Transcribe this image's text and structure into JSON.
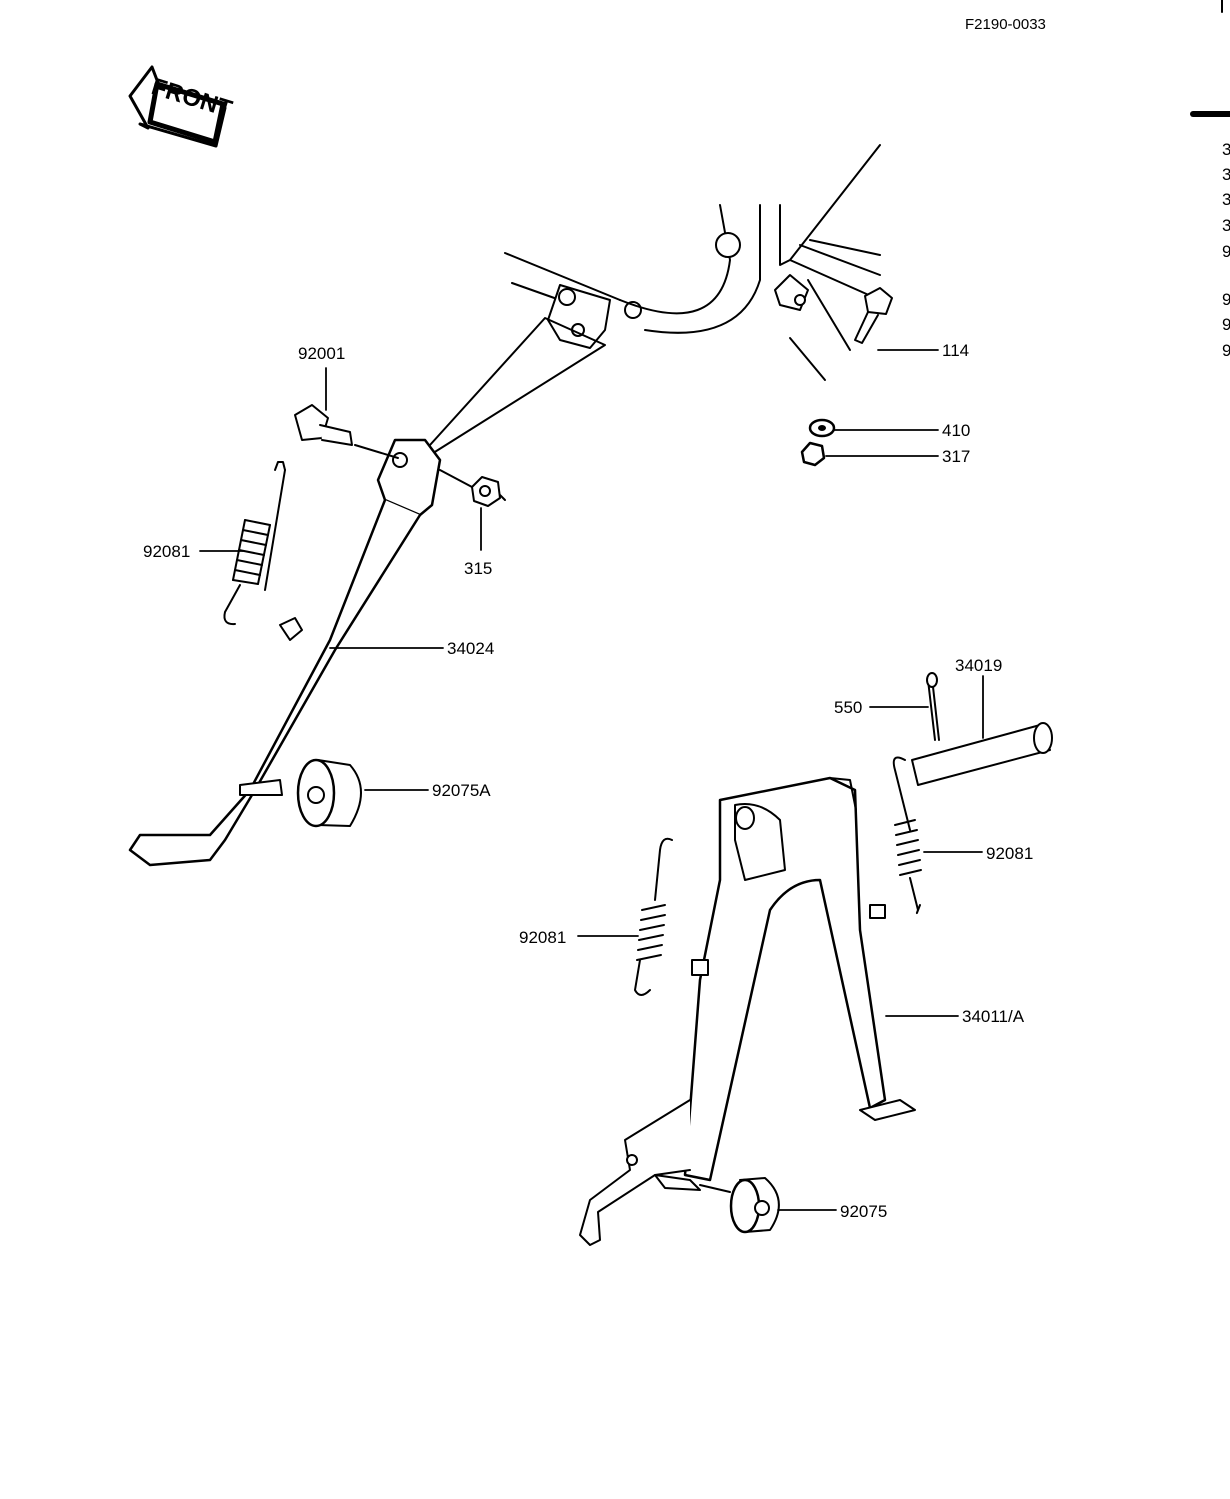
{
  "document": {
    "code": "F2190-0033",
    "front_arrow_text": "FRONT"
  },
  "edge_fragments": [
    "3",
    "3",
    "3",
    "3",
    "9",
    "9",
    "9",
    "9"
  ],
  "callouts": {
    "p92001": "92001",
    "p92081_side": "92081",
    "p315": "315",
    "p34024": "34024",
    "p92075A": "92075A",
    "p114": "114",
    "p410": "410",
    "p317": "317",
    "p34019": "34019",
    "p550": "550",
    "p92081_right": "92081",
    "p92081_left": "92081",
    "p34011A": "34011/A",
    "p92075": "92075"
  },
  "colors": {
    "ink": "#000000",
    "paper": "#ffffff"
  }
}
